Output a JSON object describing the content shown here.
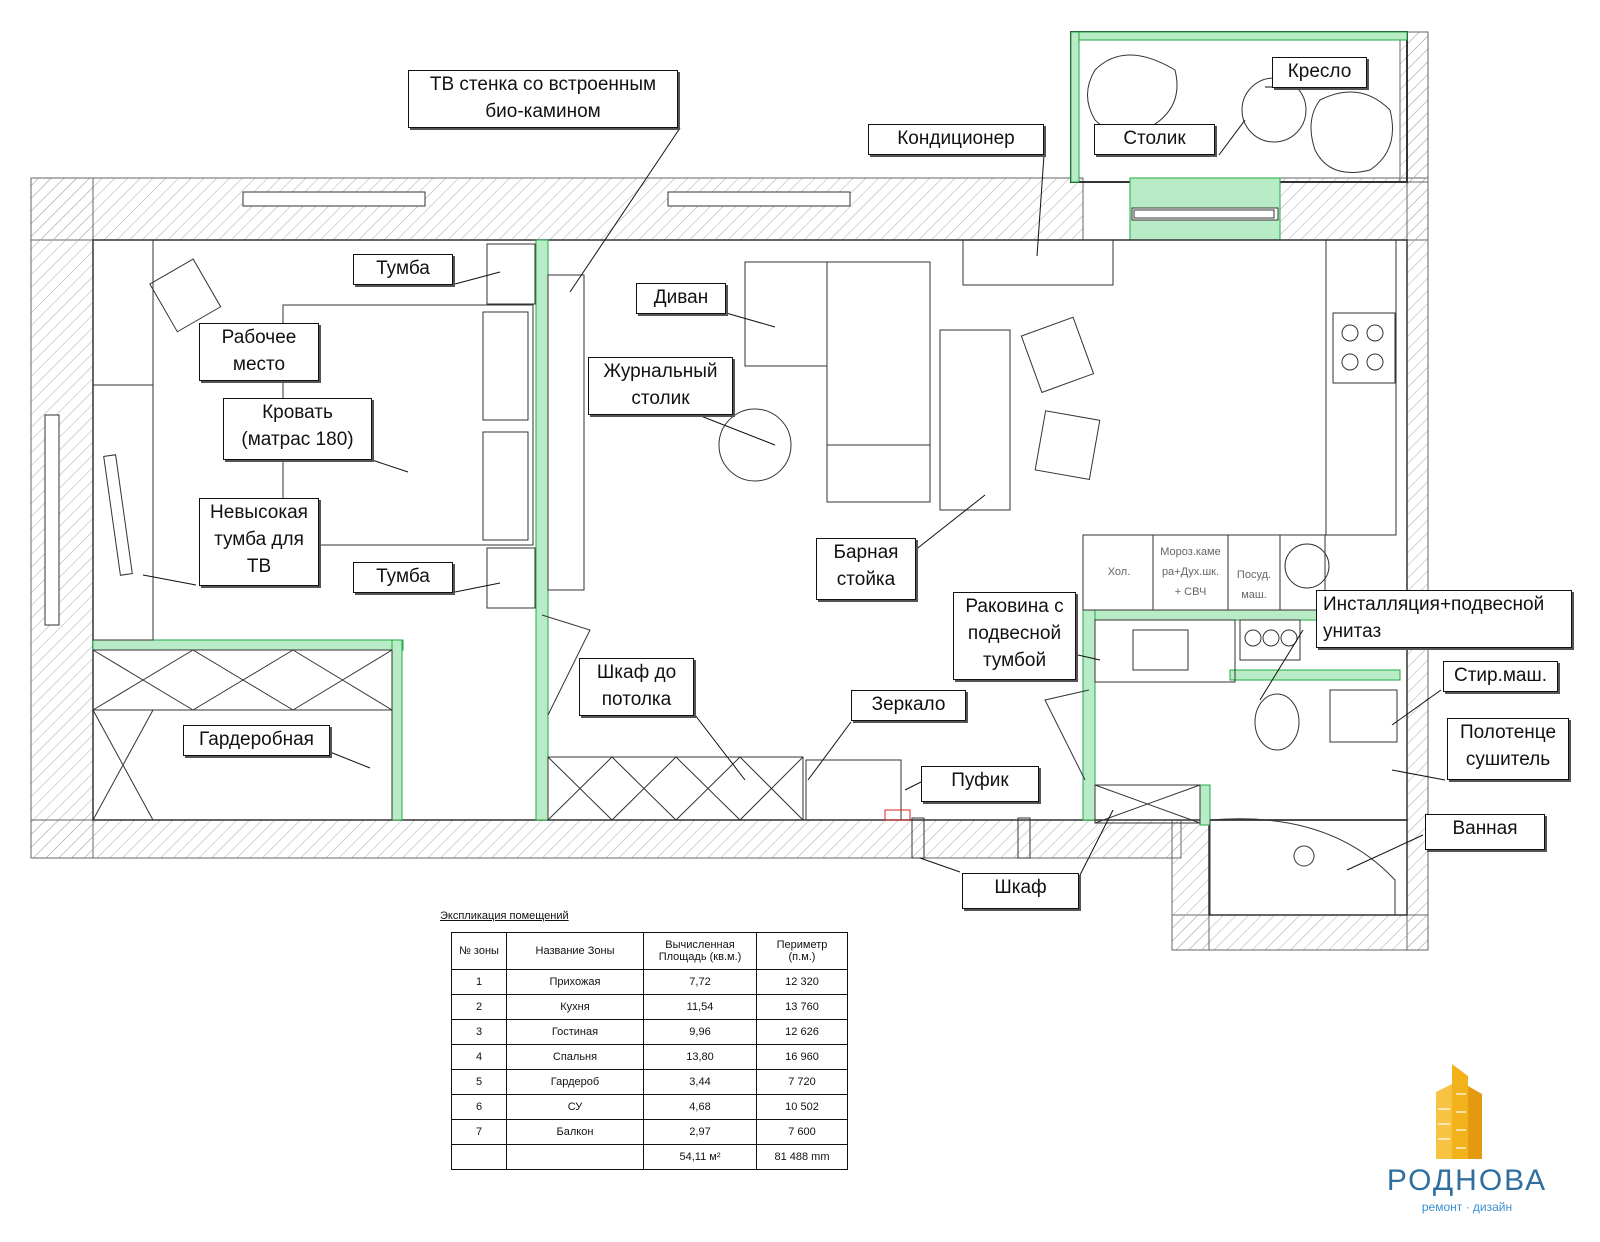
{
  "labels": {
    "tv_wall": "ТВ стенка со встроенным\nбио-камином",
    "conditioner": "Кондиционер",
    "armchair": "Кресло",
    "small_table": "Столик",
    "nightstand_top": "Тумба",
    "sofa": "Диван",
    "workplace": "Рабочее\nместо",
    "coffee_table": "Журнальный\nстолик",
    "bed": "Кровать\n(матрас 180)",
    "tv_stand": "Невысокая\nтумба для\nТВ",
    "bar_counter": "Барная\nстойка",
    "nightstand_bottom": "Тумба",
    "sink": "Раковина с\nподвесной\nтумбой",
    "installation": "Инсталляция+подвесной\nунитаз",
    "wardrobe_ceiling": "Шкаф до\nпотолка",
    "washer": "Стир.маш.",
    "mirror": "Зеркало",
    "towel_dryer": "Полотенце\nсушитель",
    "walkin": "Гардеробная",
    "ottoman": "Пуфик",
    "bathtub": "Ванная",
    "closet": "Шкаф"
  },
  "appliances": {
    "fridge": "Хол.",
    "freezer": "Мороз.каме\nра+Дух.шк.\n+ СВЧ",
    "dishwasher": "Посуд.\nмаш."
  },
  "explication": {
    "title": "Экспликация помещений",
    "headers": [
      "№ зоны",
      "Название Зоны",
      "Вычисленная\nПлощадь (кв.м.)",
      "Периметр\n(п.м.)"
    ],
    "rows": [
      [
        "1",
        "Прихожая",
        "7,72",
        "12 320"
      ],
      [
        "2",
        "Кухня",
        "11,54",
        "13 760"
      ],
      [
        "3",
        "Гостиная",
        "9,96",
        "12 626"
      ],
      [
        "4",
        "Спальня",
        "13,80",
        "16 960"
      ],
      [
        "5",
        "Гардероб",
        "3,44",
        "7 720"
      ],
      [
        "6",
        "СУ",
        "4,68",
        "10 502"
      ],
      [
        "7",
        "Балкон",
        "2,97",
        "7 600"
      ]
    ],
    "total_area": "54,11 м²",
    "total_perimeter": "81 488 mm"
  },
  "logo": {
    "name": "РОДНОВА",
    "tagline": "ремонт · дизайн"
  },
  "colors": {
    "new_wall": "#b8ecc6",
    "new_wall_border": "#22aa44",
    "hatch": "#999999",
    "logo_gold": "#f2b21c",
    "logo_blue": "#2f6f9f"
  }
}
